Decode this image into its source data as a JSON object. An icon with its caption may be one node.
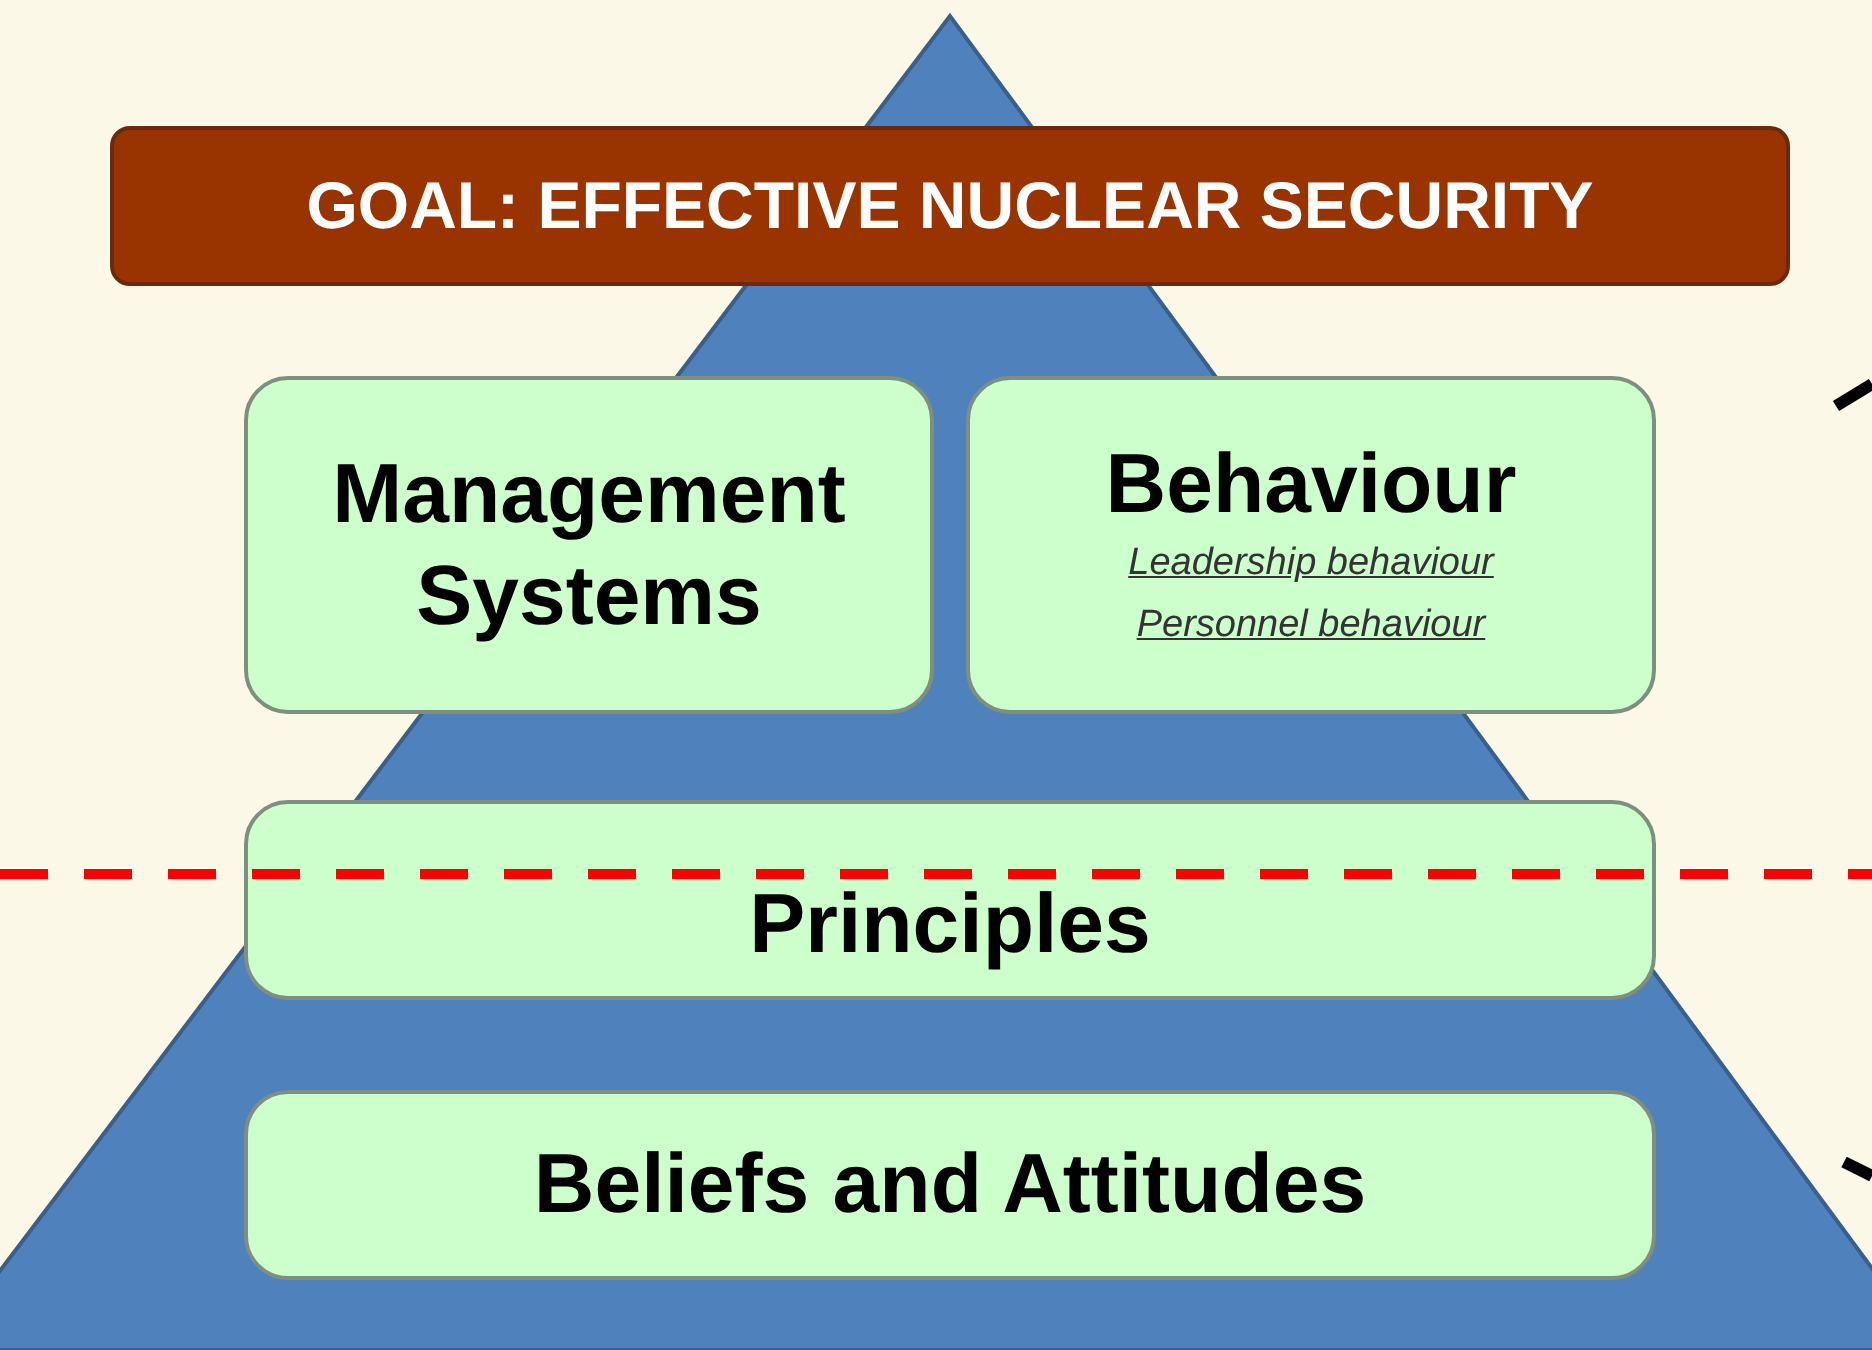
{
  "diagram": {
    "nodes": [
      {
        "text": [
          "GOAL: EFFECTIVE NUCLEAR SECURITY"
        ]
      },
      {
        "text": [
          "Management Systems"
        ]
      },
      {
        "text": [
          "Behaviour",
          "Leadership behaviour",
          "Personnel behaviour"
        ]
      },
      {
        "text": [
          "Principles"
        ]
      },
      {
        "text": [
          "Beliefs and Attitudes"
        ]
      }
    ]
  }
}
